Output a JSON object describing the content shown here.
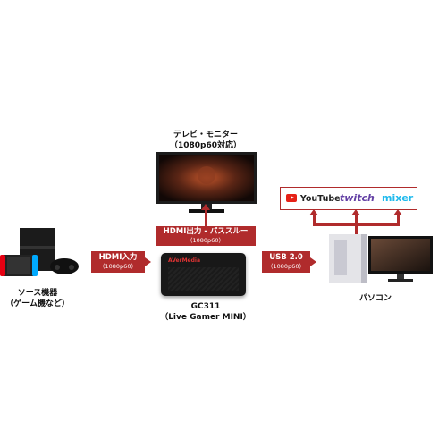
{
  "monitor": {
    "title": "テレビ・モニター",
    "subtitle": "（1080p60対応）"
  },
  "source": {
    "title": "ソース機器",
    "subtitle": "（ゲーム機など）"
  },
  "device": {
    "name": "GC311",
    "model": "（Live Gamer MINI）",
    "brand": "AVerMedia"
  },
  "pc": {
    "label": "パソコン"
  },
  "connections": {
    "hdmi_in": {
      "label": "HDMI入力",
      "spec": "（1080p60）"
    },
    "hdmi_out": {
      "label": "HDMI出力 - パススルー",
      "spec": "（1080p60）"
    },
    "usb": {
      "label": "USB 2.0",
      "spec": "（1080p60）"
    }
  },
  "services": [
    {
      "name": "YouTube",
      "color": "#e62117",
      "icon": "youtube-play-icon"
    },
    {
      "name": "twitch",
      "color": "#6441a5"
    },
    {
      "name": "mixer",
      "color": "#1fbaed"
    }
  ],
  "colors": {
    "accent": "#b02b2c"
  }
}
